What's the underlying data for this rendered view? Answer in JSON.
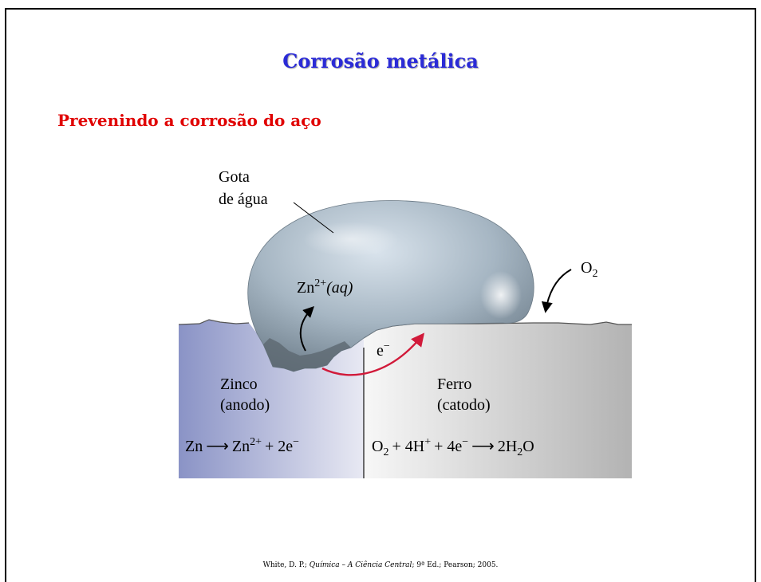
{
  "slide": {
    "title": "Corrosão metálica",
    "subtitle": "Prevenindo a corrosão do aço"
  },
  "diagram": {
    "drop_label_line1": "Gota",
    "drop_label_line2": "de água",
    "ion_label": "Zn",
    "ion_charge": "2+",
    "ion_state": "(aq)",
    "o2_label": "O",
    "o2_sub": "2",
    "electron_label": "e",
    "electron_charge": "−",
    "zinc_line1": "Zinco",
    "zinc_line2": "(anodo)",
    "iron_line1": "Ferro",
    "iron_line2": "(catodo)",
    "anode_eq": {
      "a": "Zn",
      "arrow": "⟶",
      "b": "Zn",
      "b_sup": "2+",
      "c": "+ 2e",
      "c_sup": "−"
    },
    "cathode_eq": {
      "a": "O",
      "a_sub": "2",
      "b": "+ 4H",
      "b_sup": "+",
      "c": "+ 4e",
      "c_sup": "−",
      "arrow": "⟶",
      "d": "2H",
      "d_sub": "2",
      "e": "O"
    },
    "colors": {
      "zinc": "#8c95c8",
      "iron": "#c6c6c6",
      "drop": "#9fb0bd",
      "electron_arrow": "#d11a3a"
    }
  },
  "footer": {
    "author": "White, D. P.; ",
    "book": "Química – A Ciência Central",
    "edition": "; 9ª Ed.; Pearson; 2005."
  }
}
